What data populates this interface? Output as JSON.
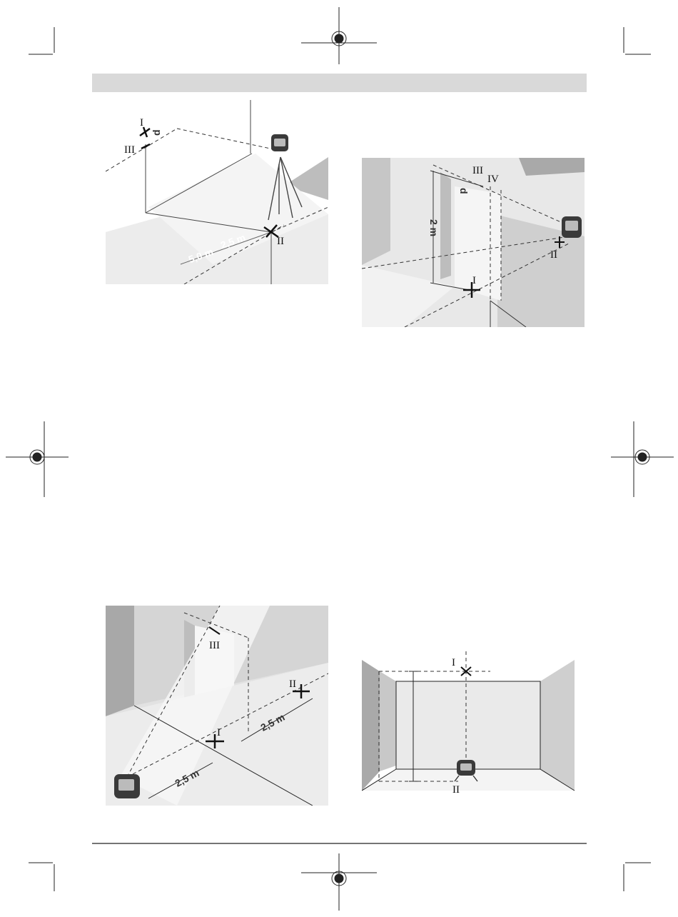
{
  "figures": {
    "fig1": {
      "mark_I": "I",
      "mark_II": "II",
      "mark_III": "III",
      "dev": "d",
      "dist_a": "2,5 m",
      "dist_b": "5,0 m"
    },
    "fig2": {
      "mark_I": "I",
      "mark_II": "II",
      "mark_III": "III",
      "mark_IV": "IV",
      "dev": "d",
      "height": "2 m"
    },
    "fig3": {
      "mark_I": "I",
      "mark_II": "II",
      "mark_III": "III",
      "dist_a": "2,5 m",
      "dist_b": "2,5 m"
    },
    "fig4": {
      "mark_I": "I",
      "mark_II": "II"
    }
  },
  "colors": {
    "header_band": "#d9d9d9",
    "wall_dark": "#a9a9a9",
    "wall_mid": "#c8c8c8",
    "floor": "#e6e6e6",
    "light": "#f4f4f4",
    "line": "#222222"
  }
}
